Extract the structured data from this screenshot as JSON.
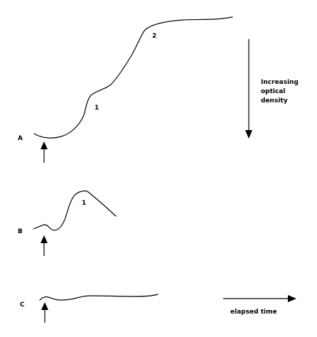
{
  "traces": {
    "A": {
      "label": "A",
      "points": {
        "first": "1",
        "second": "2"
      }
    },
    "B": {
      "label": "B",
      "points": {
        "first": "1"
      }
    },
    "C": {
      "label": "C"
    }
  },
  "density_axis": {
    "line1": "Increasing",
    "line2": "optical",
    "line3": "density"
  },
  "time_axis": {
    "label": "elapsed time"
  }
}
